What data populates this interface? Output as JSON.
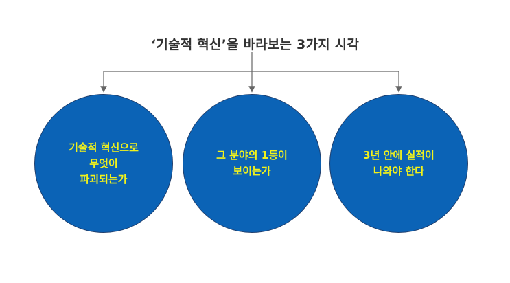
{
  "title": "‘기술적 혁신’을 바라보는 3가지 시각",
  "colors": {
    "circle_fill": "#0b63b6",
    "circle_text": "#f2f21b",
    "connector": "#666666",
    "title_text": "#333333"
  },
  "circles": [
    {
      "text": "기술적 혁신으로\n무엇이\n파괴되는가"
    },
    {
      "text": "그 분야의 1등이\n보이는가"
    },
    {
      "text": "3년 안에 실적이\n나와야 한다"
    }
  ]
}
